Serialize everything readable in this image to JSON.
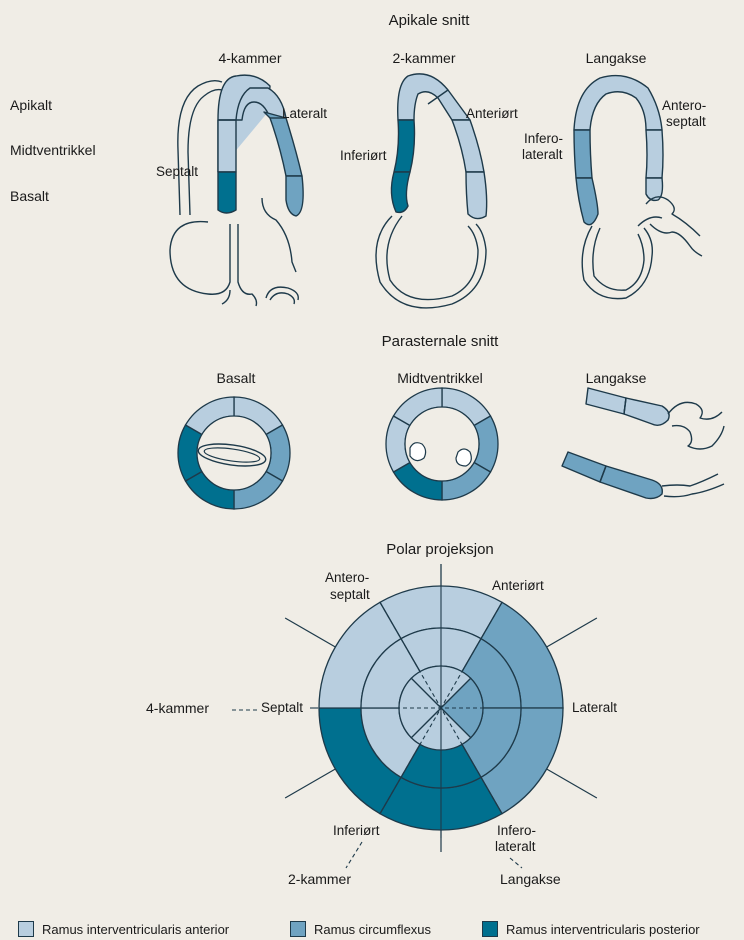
{
  "colors": {
    "background": "#f0ede6",
    "lad": "#b8cedf",
    "lcx": "#6fa3c1",
    "pda": "#00708f",
    "outline": "#1e3a4a"
  },
  "apical": {
    "title": "Apikale snitt",
    "views": {
      "four_chamber": "4-kammer",
      "two_chamber": "2-kammer",
      "long_axis": "Langakse"
    },
    "levels": {
      "apical": "Apikalt",
      "mid": "Midtventrikkel",
      "basal": "Basalt"
    },
    "segments": {
      "lateral": "Lateralt",
      "septal": "Septalt",
      "anterior": "Anteriørt",
      "inferior": "Inferiørt",
      "inferolateral_1": "Infero-",
      "inferolateral_2": "lateralt",
      "anteroseptal_1": "Antero-",
      "anteroseptal_2": "septalt"
    }
  },
  "parasternal": {
    "title": "Parasternale snitt",
    "views": {
      "basal": "Basalt",
      "mid": "Midtventrikkel",
      "long_axis": "Langakse"
    }
  },
  "polar": {
    "title": "Polar projeksjon",
    "labels": {
      "anteroseptal_1": "Antero-",
      "anteroseptal_2": "septalt",
      "anterior": "Anteriørt",
      "septal": "Septalt",
      "lateral": "Lateralt",
      "inferior": "Inferiørt",
      "inferolateral_1": "Infero-",
      "inferolateral_2": "lateralt",
      "four_chamber": "4-kammer",
      "two_chamber": "2-kammer",
      "long_axis": "Langakse"
    }
  },
  "legend": [
    {
      "label": "Ramus interventricularis anterior",
      "color": "#b8cedf"
    },
    {
      "label": "Ramus circumflexus",
      "color": "#6fa3c1"
    },
    {
      "label": "Ramus interventricularis posterior",
      "color": "#00708f"
    }
  ]
}
